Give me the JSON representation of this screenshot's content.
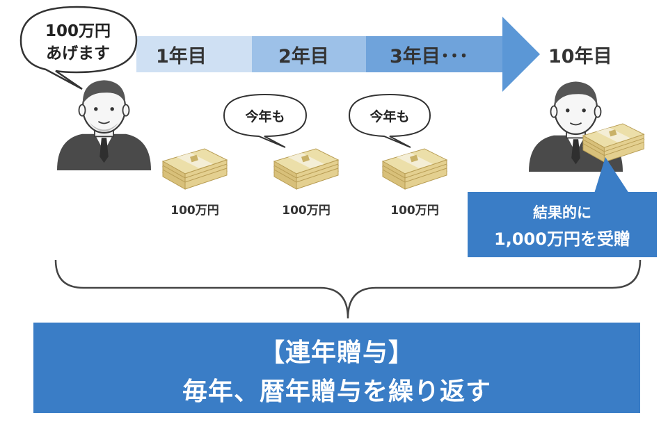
{
  "giver_bubble": {
    "line1": "100万円",
    "line2": "あげます"
  },
  "timeline": {
    "steps": [
      "1年目",
      "2年目",
      "3年目･･･"
    ],
    "end_label": "10年目",
    "colors": [
      "#cfe0f3",
      "#9dc1e8",
      "#6fa3db",
      "#5b97d6"
    ]
  },
  "bubbles": {
    "this_year_1": "今年も",
    "this_year_2": "今年も"
  },
  "money_labels": [
    "100万円",
    "100万円",
    "100万円"
  ],
  "result": {
    "line1": "結果的に",
    "line2": "1,000万円を受贈"
  },
  "footer": {
    "title": "【連年贈与】",
    "subtitle": "毎年、暦年贈与を繰り返す"
  },
  "colors": {
    "accent": "#3a7dc6",
    "bill": "#e2cf8c",
    "bill_dark": "#c9b167",
    "person": "#444444"
  }
}
